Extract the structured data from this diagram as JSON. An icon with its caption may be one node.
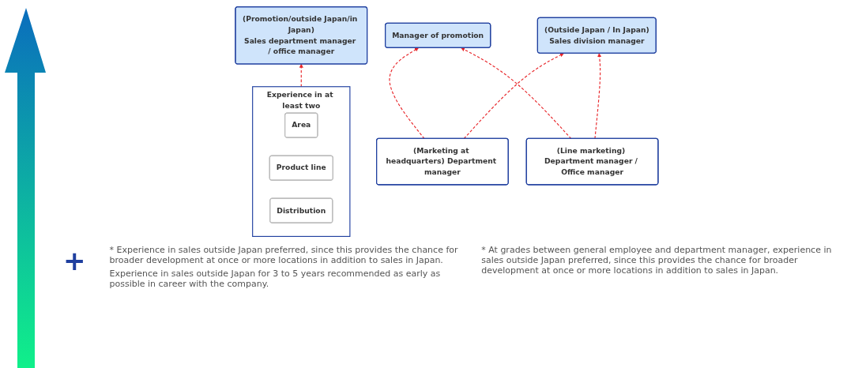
{
  "diagram": {
    "nodes": [
      {
        "text": [
          "(Promotion/outside Japan/in Japan)",
          "Sales department manager / office manager"
        ]
      },
      {
        "text": [
          "Experience in at least two"
        ]
      },
      {
        "text": [
          "Area"
        ],
        "in": 1
      },
      {
        "text": [
          "Product line"
        ],
        "in": 1
      },
      {
        "text": [
          "Distribution"
        ],
        "in": 1
      },
      {
        "text": [
          "Manager of promotion"
        ]
      },
      {
        "text": [
          "(Outside Japan / In Japan)",
          "Sales division manager"
        ]
      },
      {
        "text": [
          "(Marketing at headquarters) Department manager"
        ]
      },
      {
        "text": [
          "(Line marketing) Department manager / Office manager"
        ]
      }
    ],
    "edges": [
      {
        "from": 1,
        "to": 0,
        "arrow": "to",
        "style": "dashed",
        "color": "#e8262a"
      },
      {
        "from": 7,
        "to": 5,
        "arrow": "to",
        "style": "dashed",
        "color": "#e8262a"
      },
      {
        "from": 7,
        "to": 6,
        "arrow": "to",
        "style": "dashed",
        "color": "#e8262a"
      },
      {
        "from": 8,
        "to": 5,
        "arrow": "to",
        "style": "dashed",
        "color": "#e8262a"
      },
      {
        "from": 8,
        "to": 6,
        "arrow": "to",
        "style": "dashed",
        "color": "#e8262a"
      }
    ],
    "labels": [
      "+",
      "* Experience in sales outside Japan preferred, since this provides the chance for broader development at once or more locations in addition to sales in Japan.",
      "Experience in sales outside Japan for 3 to 5 years recommended as early as possible in career with the company.",
      "* At grades between general employee and department manager, experience in sales outside Japan preferred, since this provides the chance for broader development at once or more locations in addition to sales in Japan."
    ]
  }
}
